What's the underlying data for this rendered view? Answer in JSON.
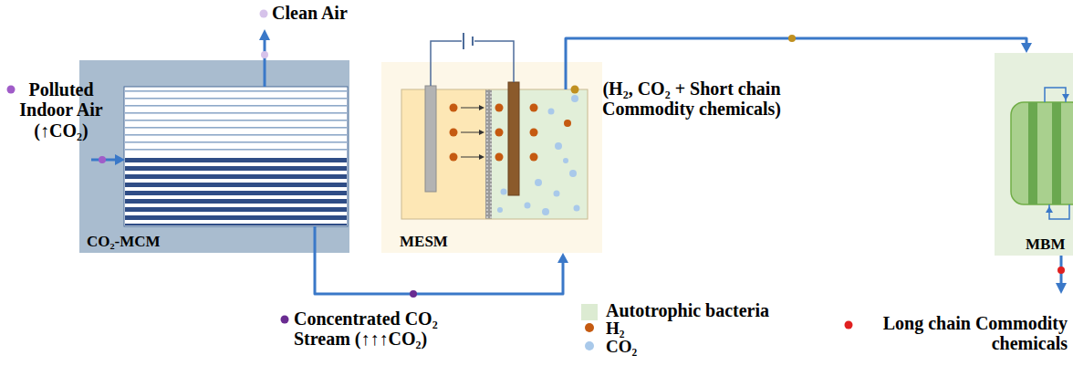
{
  "diagram": {
    "nodes": [
      {
        "text": [
          "CO₂-MCM"
        ]
      },
      {
        "text": [
          "MESM"
        ]
      },
      {
        "text": [
          "MBM"
        ]
      }
    ],
    "edges": [
      {
        "from": 0,
        "to": 1,
        "arrow": "to",
        "label": "Concentrated CO₂ Stream (↑↑↑CO₂)"
      },
      {
        "from": 1,
        "to": 2,
        "arrow": "to",
        "label": "(H₂, CO₂ + Short chain Commodity chemicals)"
      }
    ],
    "labels": [
      "Clean Air",
      "Polluted Indoor Air (↑CO₂)",
      "Long chain Commodity chemicals"
    ],
    "legend": [
      {
        "text": "Autotrophic bacteria",
        "color": "#dcebd2"
      },
      {
        "text": "H₂",
        "color": "#c55a11"
      },
      {
        "text": "CO₂",
        "color": "#a9c9ea"
      }
    ]
  }
}
